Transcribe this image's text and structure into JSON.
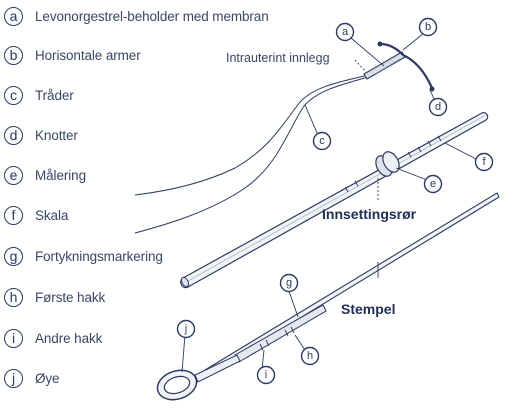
{
  "legend": [
    {
      "key": "a",
      "text": "Levonorgestrel-beholder med membran"
    },
    {
      "key": "b",
      "text": "Horisontale armer"
    },
    {
      "key": "c",
      "text": "Tråder"
    },
    {
      "key": "d",
      "text": "Knotter"
    },
    {
      "key": "e",
      "text": "Målering"
    },
    {
      "key": "f",
      "text": "Skala"
    },
    {
      "key": "g",
      "text": "Fortykningsmarkering"
    },
    {
      "key": "h",
      "text": "Første hakk"
    },
    {
      "key": "i",
      "text": "Andre hakk"
    },
    {
      "key": "j",
      "text": "Øye"
    }
  ],
  "labels": {
    "iud": "Intrauterint innlegg",
    "inserter": "Innsettingsrør",
    "plunger": "Stempel"
  },
  "callouts": {
    "a": "a",
    "b": "b",
    "c": "c",
    "d": "d",
    "e": "e",
    "f": "f",
    "g": "g",
    "h": "h",
    "i": "i",
    "j": "j"
  }
}
